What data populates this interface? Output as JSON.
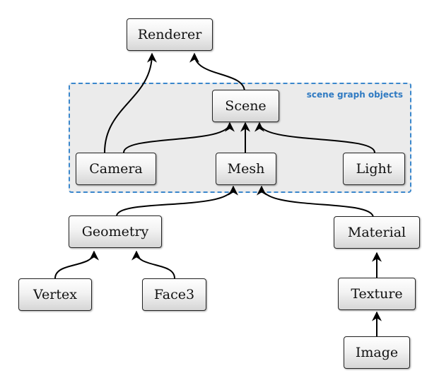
{
  "group": {
    "label": "scene graph objects",
    "border_color": "#3a87cc"
  },
  "nodes": {
    "renderer": "Renderer",
    "scene": "Scene",
    "camera": "Camera",
    "mesh": "Mesh",
    "light": "Light",
    "geometry": "Geometry",
    "material": "Material",
    "vertex": "Vertex",
    "face3": "Face3",
    "texture": "Texture",
    "image": "Image"
  },
  "edges": [
    {
      "from": "Camera",
      "to": "Renderer"
    },
    {
      "from": "Scene",
      "to": "Renderer"
    },
    {
      "from": "Camera",
      "to": "Scene"
    },
    {
      "from": "Mesh",
      "to": "Scene"
    },
    {
      "from": "Light",
      "to": "Scene"
    },
    {
      "from": "Geometry",
      "to": "Mesh"
    },
    {
      "from": "Material",
      "to": "Mesh"
    },
    {
      "from": "Vertex",
      "to": "Geometry"
    },
    {
      "from": "Face3",
      "to": "Geometry"
    },
    {
      "from": "Texture",
      "to": "Material"
    },
    {
      "from": "Image",
      "to": "Texture"
    }
  ]
}
